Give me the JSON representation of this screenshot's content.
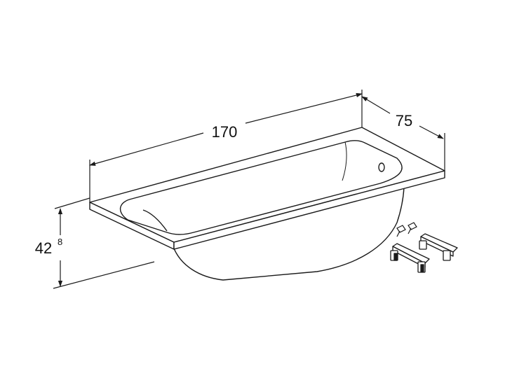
{
  "dimensions": {
    "length": {
      "value": "170"
    },
    "width": {
      "value": "75"
    },
    "height": {
      "value": "42",
      "superscript": "8"
    }
  },
  "colors": {
    "line": "#1a1a1a",
    "fill": "#ffffff"
  },
  "icons": [
    "bathtub-drawing",
    "support-feet-icon",
    "fixing-screws-icon",
    "overflow-hole-icon"
  ]
}
